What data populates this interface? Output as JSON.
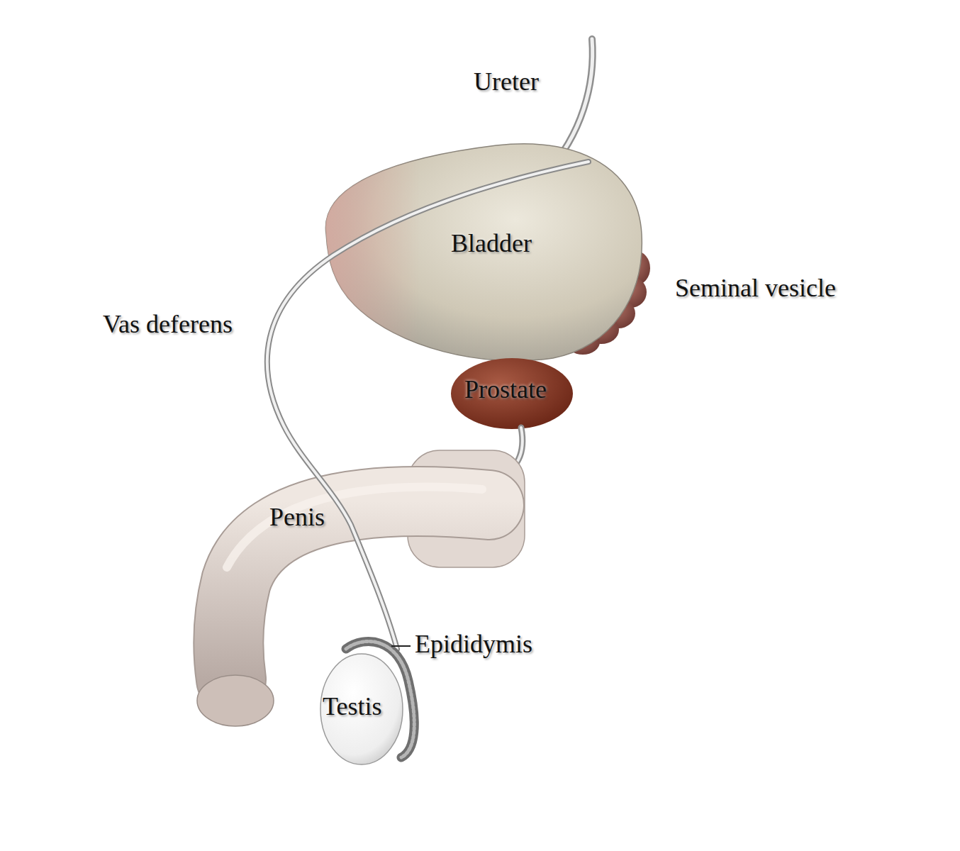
{
  "diagram": {
    "labels": [
      "Ureter",
      "Bladder",
      "Seminal vesicle",
      "Vas deferens",
      "Prostate",
      "Penis",
      "Epididymis",
      "Testis"
    ]
  }
}
